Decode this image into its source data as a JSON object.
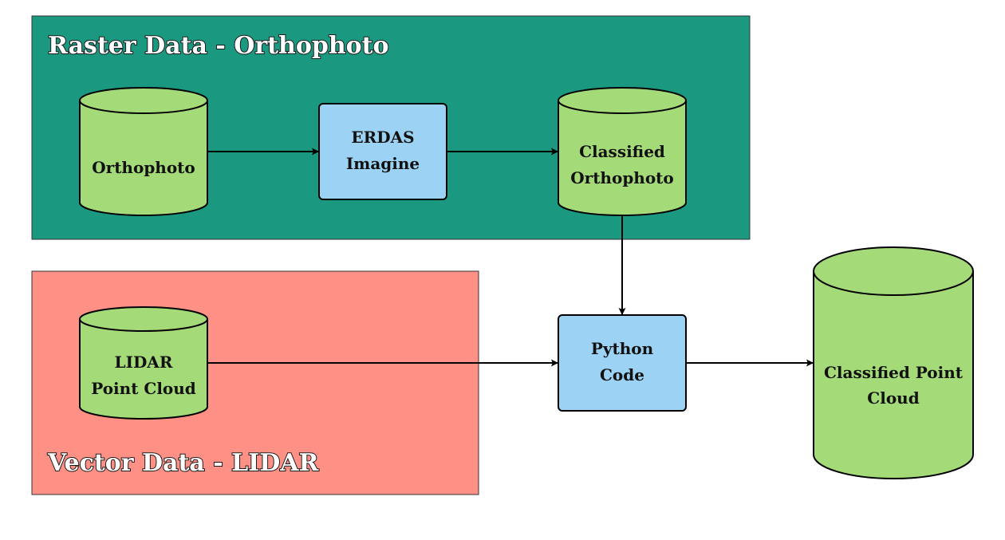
{
  "colors": {
    "raster_region": "#1b9880",
    "vector_region": "#ff9085",
    "datastore": "#a4da78",
    "process": "#9cd3f4",
    "stroke": "#000000"
  },
  "regions": {
    "raster": {
      "title": "Raster Data - Orthophoto"
    },
    "vector": {
      "title": "Vector Data - LIDAR"
    }
  },
  "nodes": {
    "orthophoto": {
      "kind": "datastore",
      "lines": [
        "Orthophoto"
      ]
    },
    "erdas": {
      "kind": "process",
      "lines": [
        "ERDAS",
        "Imagine"
      ]
    },
    "classified_orthophoto": {
      "kind": "datastore",
      "lines": [
        "Classified",
        "Orthophoto"
      ]
    },
    "lidar": {
      "kind": "datastore",
      "lines": [
        "LIDAR",
        "Point Cloud"
      ]
    },
    "python": {
      "kind": "process",
      "lines": [
        "Python",
        "Code"
      ]
    },
    "classified_point_cloud": {
      "kind": "datastore",
      "lines": [
        "Classified Point",
        "Cloud"
      ]
    }
  },
  "edges": [
    {
      "from": "orthophoto",
      "to": "erdas"
    },
    {
      "from": "erdas",
      "to": "classified_orthophoto"
    },
    {
      "from": "classified_orthophoto",
      "to": "python"
    },
    {
      "from": "lidar",
      "to": "python"
    },
    {
      "from": "python",
      "to": "classified_point_cloud"
    }
  ]
}
